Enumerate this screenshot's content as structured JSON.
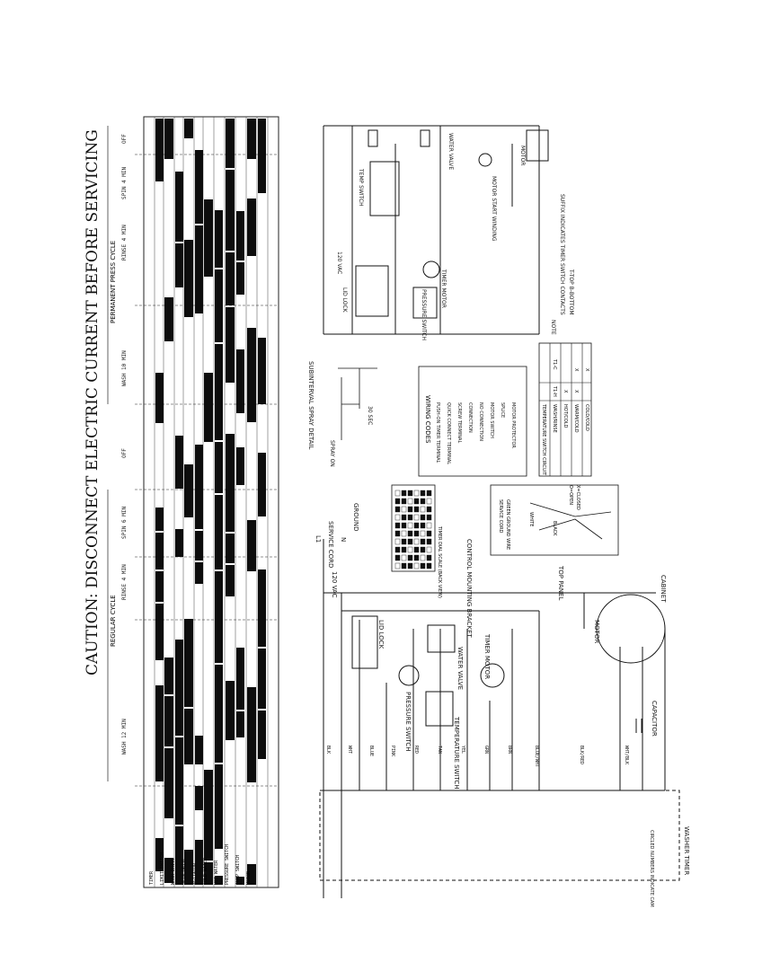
{
  "header_fragment_left": "",
  "header_fragment_right": "",
  "caption": "CAUTION: DISCONNECT ELECTRIC CURRENT BEFORE SERVICING",
  "cycles": {
    "regular": "REGULAR CYCLE",
    "permanent": "PERMANENT PRESS CYCLE"
  },
  "chart_phases": [
    "WASH 12 MIN",
    "RINSE 4 MIN",
    "SPIN 6 MIN",
    "OFF",
    "WASH 10 MIN",
    "RINSE 4 MIN",
    "SPIN 4 MIN",
    "OFF"
  ],
  "chart_rows": [
    "TIMER",
    "LIMIT SWITCH",
    "WASH DRIVE",
    "SPIN DRIVE",
    "AGITATOR",
    "COLD WATER",
    "HOT WATER",
    "PRESSURE SWITCH",
    "TEMP SWITCH",
    "MOTOR"
  ],
  "subinterval": {
    "title": "SUBINTERVAL SPRAY DETAIL",
    "a": "SPRAY ON",
    "b": "30 SEC"
  },
  "wiring_codes": {
    "title": "WIRING CODES",
    "items": [
      "PUSH-ON TIMER TERMINAL",
      "QUICK CONNECT TERMINAL",
      "SCREW TERMINAL",
      "CONNECTION",
      "NO CONNECTION",
      "MOTOR SWITCH",
      "SPLICE",
      "MOTOR PROTECTOR"
    ]
  },
  "temp_table": {
    "title": "TEMPERATURE SWITCH CIRCUIT",
    "headers": [
      "WASH/RINSE",
      "T1-H",
      "T1-C"
    ],
    "rows": [
      [
        "HOT/COLD",
        "X",
        ""
      ],
      [
        "WARM/COLD",
        "X",
        "X"
      ],
      [
        "COLD/COLD",
        "",
        "X"
      ]
    ],
    "legend": [
      "O=OPEN",
      "X=CLOSED"
    ]
  },
  "ladder": {
    "supply": "120 VAC",
    "l1": "L1",
    "n": "N",
    "lid_lock": "LID LOCK",
    "pressure_switch": "PRESSURE SWITCH",
    "timer_motor": "TIMER MOTOR",
    "temp_switch": "TEMP SWITCH",
    "water_valve": "WATER VALVE",
    "motor": "MOTOR",
    "motor_start": "MOTOR START WINDING",
    "note_title": "NOTE",
    "note": "SUFFIX INDICATES TIMER SWITCH CONTACTS",
    "note2": "T-TOP  B-BOTTOM"
  },
  "main": {
    "service_cord": "SERVICE CORD",
    "ground": "GROUND",
    "vac": "120 VAC",
    "l1": "L1",
    "n": "N",
    "lid_lock": "LID LOCK",
    "pressure_switch": "PRESSURE SWITCH",
    "water_valve": "WATER VALVE",
    "timer_motor": "TIMER MOTOR",
    "temperature_switch": "TEMPERATURE SWITCH",
    "motor": "MOTOR",
    "capacitor": "CAPACITOR",
    "cabinet": "CABINET",
    "top_panel": "TOP PANEL",
    "control_bracket": "CONTROL MOUNTING BRACKET",
    "timer_dial": "TIMER DIAL SCALE (BACK VIEW)",
    "circled": "CIRCLED NUMBERS INDICATE CAM",
    "washer_timer": "WASHER TIMER",
    "green": "GREEN",
    "white": "WHITE",
    "black": "BLACK",
    "wire_labels": [
      "BLK",
      "WHT",
      "BLUE",
      "PINK",
      "RED",
      "TAN",
      "YEL",
      "GRN",
      "BRN",
      "BLUE/WHT",
      "BLK/RED",
      "WHT/BLK"
    ]
  },
  "strain": {
    "label1": "SERVICE CORD",
    "label2": "GREEN GROUND WIRE",
    "label3": "WHITE",
    "label4": "BLACK"
  }
}
